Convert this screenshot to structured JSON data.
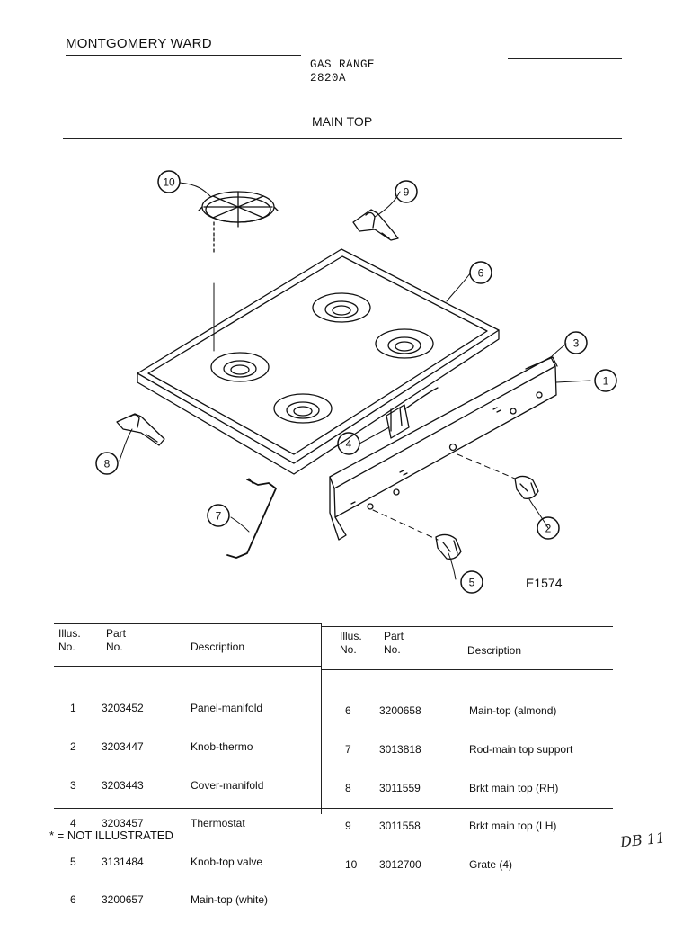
{
  "header": {
    "brand": "MONTGOMERY WARD",
    "product": "GAS RANGE",
    "model": "2820A",
    "section": "MAIN TOP"
  },
  "diagram": {
    "figure_id": "E1574",
    "callouts": [
      "1",
      "2",
      "3",
      "4",
      "5",
      "6",
      "7",
      "8",
      "9",
      "10"
    ]
  },
  "table": {
    "headers": {
      "illus_line1": "Illus.",
      "illus_line2": "No.",
      "part_line1": "Part",
      "part_line2": "No.",
      "description": "Description"
    },
    "left_rows": [
      {
        "illus": "1",
        "part": "3203452",
        "description": "Panel-manifold"
      },
      {
        "illus": "2",
        "part": "3203447",
        "description": "Knob-thermo"
      },
      {
        "illus": "3",
        "part": "3203443",
        "description": "Cover-manifold"
      },
      {
        "illus": "4",
        "part": "3203457",
        "description": "Thermostat"
      },
      {
        "illus": "5",
        "part": "3131484",
        "description": "Knob-top valve"
      },
      {
        "illus": "6",
        "part": "3200657",
        "description": "Main-top (white)"
      }
    ],
    "right_rows": [
      {
        "illus": "6",
        "part": "3200658",
        "description": "Main-top (almond)"
      },
      {
        "illus": "7",
        "part": "3013818",
        "description": "Rod-main top support"
      },
      {
        "illus": "8",
        "part": "3011559",
        "description": "Brkt main top (RH)"
      },
      {
        "illus": "9",
        "part": "3011558",
        "description": "Brkt main top (LH)"
      },
      {
        "illus": "10",
        "part": "3012700",
        "description": "Grate (4)"
      }
    ]
  },
  "footer": {
    "note": "* = NOT ILLUSTRATED",
    "handwritten": "DB 11"
  }
}
